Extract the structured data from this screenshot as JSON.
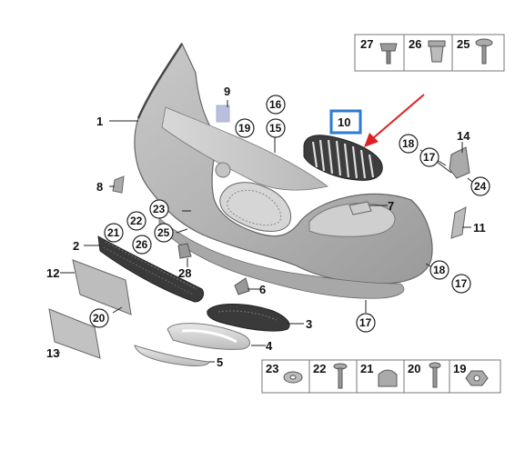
{
  "diagram": {
    "callouts": {
      "c1": "1",
      "c2": "2",
      "c3": "3",
      "c4": "4",
      "c5": "5",
      "c6": "6",
      "c7": "7",
      "c8": "8",
      "c9": "9",
      "c10": "10",
      "c11": "11",
      "c12": "12",
      "c13": "13",
      "c14": "14",
      "c15": "15",
      "c16": "16",
      "c17a": "17",
      "c17b": "17",
      "c17c": "17",
      "c18a": "18",
      "c18b": "18",
      "c19": "19",
      "c20": "20",
      "c21": "21",
      "c22": "22",
      "c23": "23",
      "c24": "24",
      "c25": "25",
      "c26": "26",
      "c28": "28"
    },
    "top_box": {
      "p27": "27",
      "p26": "26",
      "p25": "25"
    },
    "bottom_box": {
      "p23": "23",
      "p22": "22",
      "p21": "21",
      "p20": "20",
      "p19": "19"
    },
    "highlight_color": "#2b7bd3",
    "arrow_color": "#e02020"
  }
}
